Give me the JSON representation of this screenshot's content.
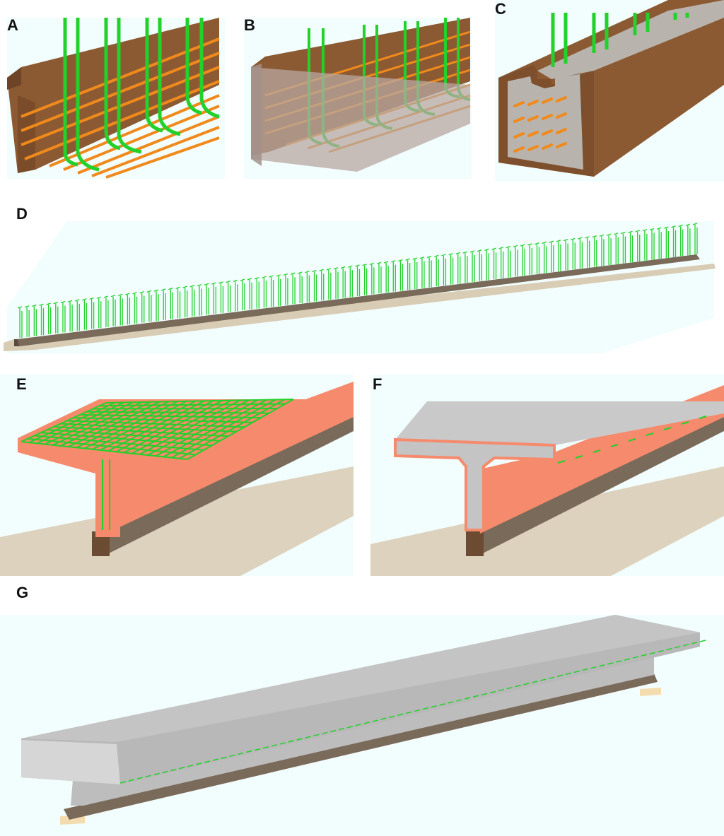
{
  "figure": {
    "panels": [
      {
        "id": "a",
        "label": "A",
        "content": "formwork-with-longitudinal-rebar-and-stirrups"
      },
      {
        "id": "b",
        "label": "B",
        "content": "transparent-formwork-with-rebar"
      },
      {
        "id": "c",
        "label": "C",
        "content": "bottom-bulb-cast-with-concrete"
      },
      {
        "id": "d",
        "label": "D",
        "content": "full-length-bottom-flange-with-stirrups"
      },
      {
        "id": "e",
        "label": "E",
        "content": "formwork-with-deck-reinforcement-mesh"
      },
      {
        "id": "f",
        "label": "F",
        "content": "cast-t-section-in-formwork"
      },
      {
        "id": "g",
        "label": "G",
        "content": "completed-girder-full-length"
      }
    ]
  },
  "colors": {
    "background": "#f2fdfd",
    "formwork_wood": "#8b5a33",
    "formwork_dark": "#6e4426",
    "rebar_longitudinal": "#f08a1c",
    "rebar_stirrup": "#22d12a",
    "concrete": "#bdbdbd",
    "concrete_dark": "#9a9a9a",
    "formwork_salmon": "#f58a6c",
    "base_brown": "#7a6a5a",
    "ground": "#dccfb8",
    "support_pad": "#f3ddb0"
  }
}
